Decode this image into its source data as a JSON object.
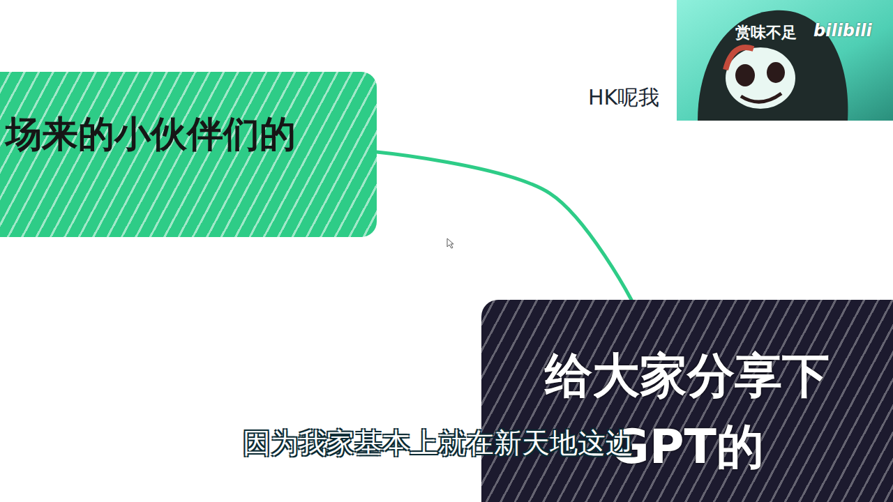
{
  "diagram": {
    "nodes": [
      {
        "text": [
          "场来的小伙伴们的"
        ]
      },
      {
        "text": [
          "给大家分享下 GPT的"
        ]
      }
    ],
    "edges": [
      {
        "from": 0,
        "to": 1,
        "arrow": "none"
      }
    ],
    "labels": [
      "HK呢我",
      "赏味不足",
      "bilibili",
      "因为我家基本上就在新天地这边"
    ]
  }
}
